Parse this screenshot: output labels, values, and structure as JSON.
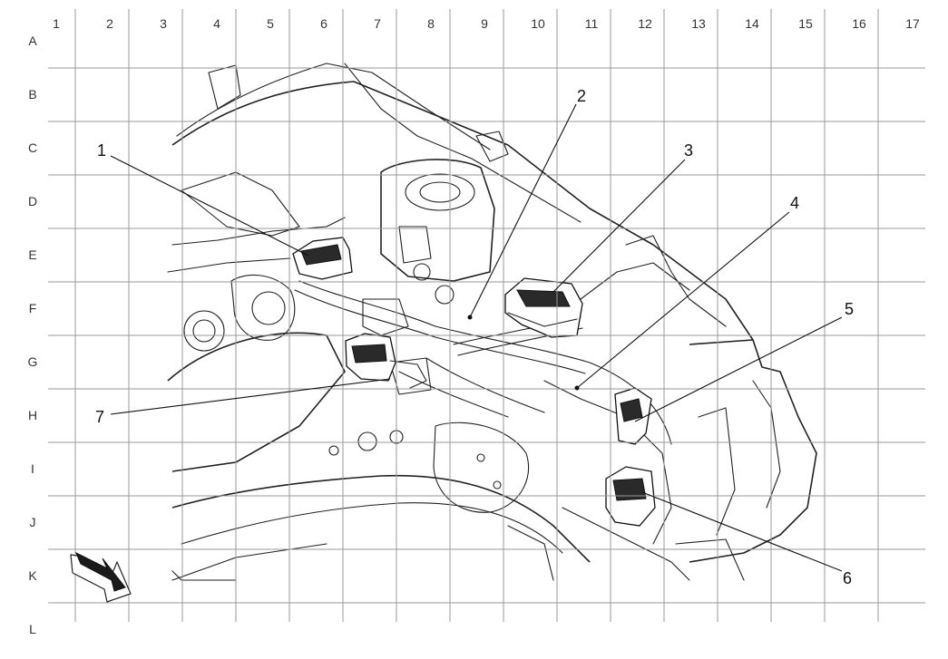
{
  "grid": {
    "columns": [
      "1",
      "2",
      "3",
      "4",
      "5",
      "6",
      "7",
      "8",
      "9",
      "10",
      "11",
      "12",
      "13",
      "14",
      "15",
      "16",
      "17"
    ],
    "rows": [
      "A",
      "B",
      "C",
      "D",
      "E",
      "F",
      "G",
      "H",
      "I",
      "J",
      "K",
      "L"
    ]
  },
  "callouts": [
    {
      "label": "1"
    },
    {
      "label": "2"
    },
    {
      "label": "3"
    },
    {
      "label": "4"
    },
    {
      "label": "5"
    },
    {
      "label": "6"
    },
    {
      "label": "7"
    }
  ],
  "icons": {
    "front_arrow": "direction-arrow-icon"
  }
}
